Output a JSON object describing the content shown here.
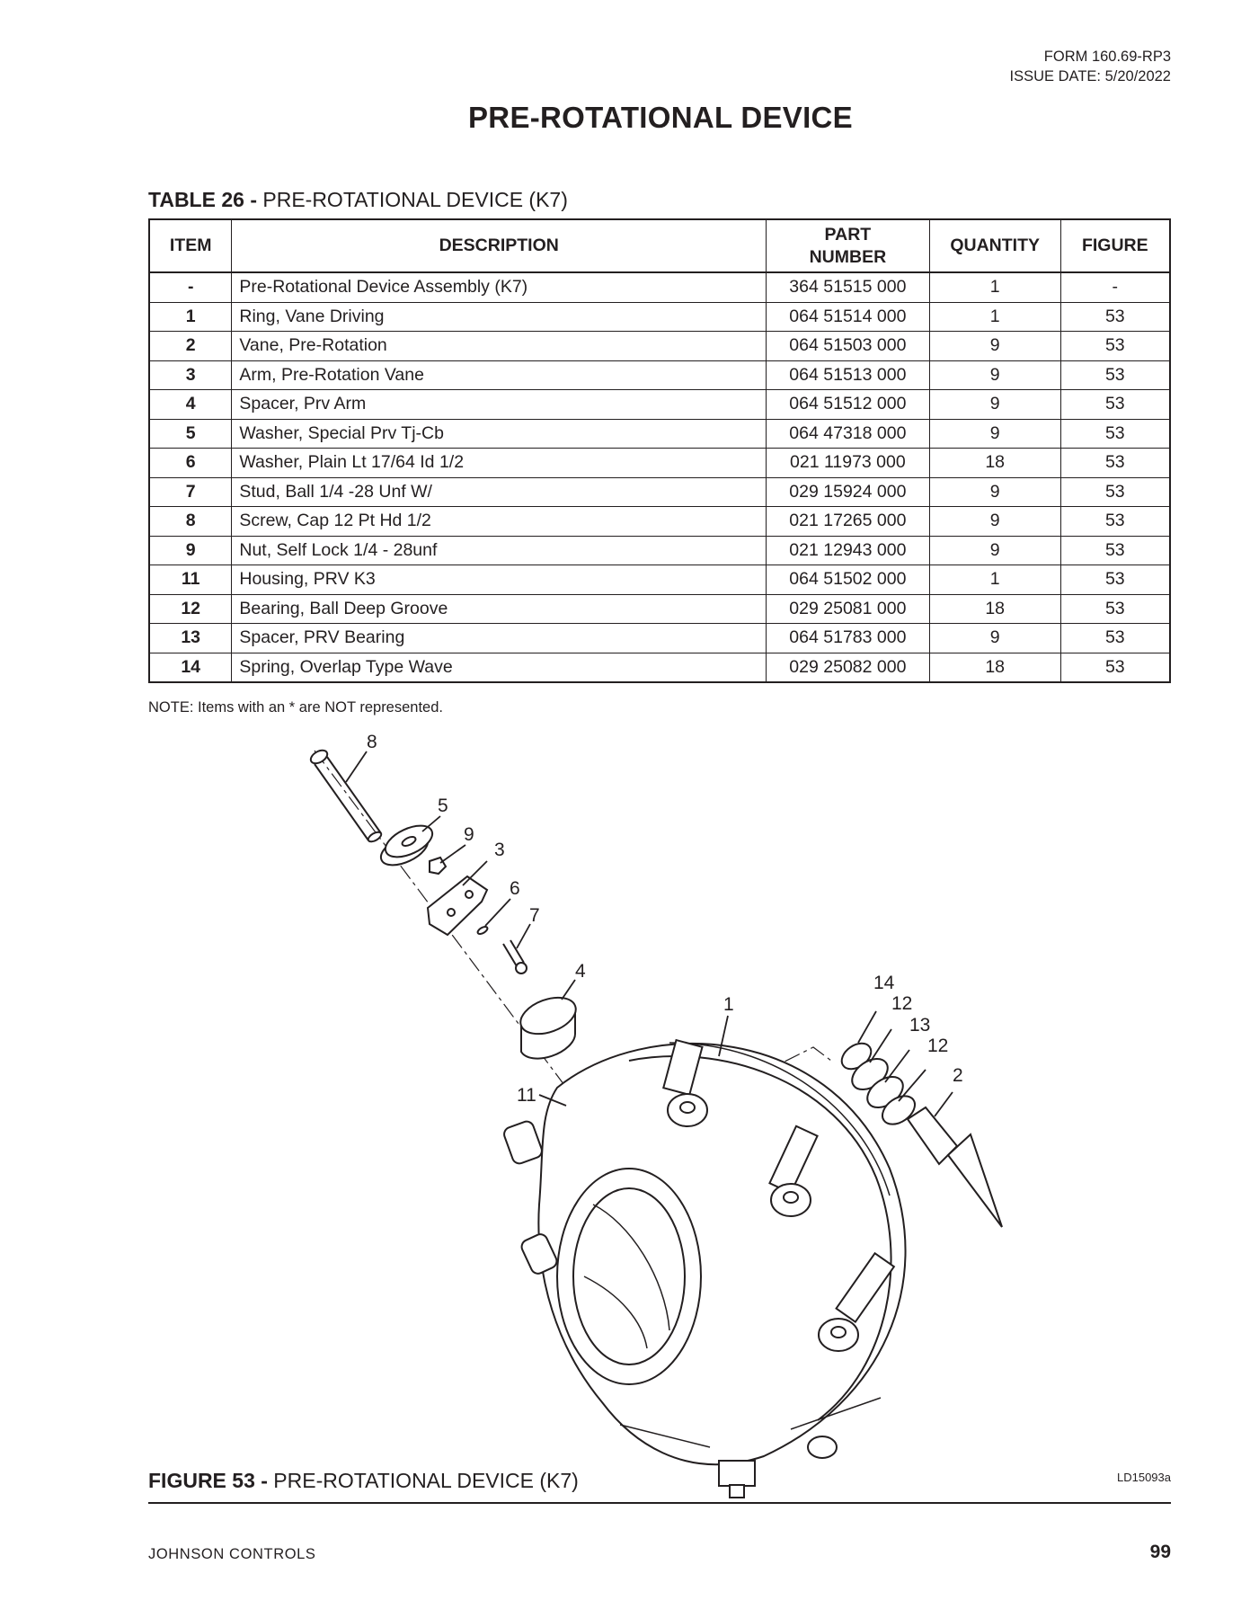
{
  "header": {
    "form_number": "FORM 160.69-RP3",
    "issue_date": "ISSUE DATE: 5/20/2022"
  },
  "page_title": "PRE-ROTATIONAL DEVICE",
  "table": {
    "caption_bold": "TABLE 26 -",
    "caption_text": " PRE-ROTATIONAL DEVICE (K7)",
    "columns": {
      "item": "ITEM",
      "description": "DESCRIPTION",
      "part_number_line1": "PART",
      "part_number_line2": "NUMBER",
      "quantity": "QUANTITY",
      "figure": "FIGURE"
    },
    "rows": [
      {
        "item": "-",
        "description": "Pre-Rotational Device Assembly (K7)",
        "part_number": "364 51515 000",
        "quantity": "1",
        "figure": "-"
      },
      {
        "item": "1",
        "description": "Ring, Vane Driving",
        "part_number": "064 51514 000",
        "quantity": "1",
        "figure": "53"
      },
      {
        "item": "2",
        "description": "Vane, Pre-Rotation",
        "part_number": "064 51503 000",
        "quantity": "9",
        "figure": "53"
      },
      {
        "item": "3",
        "description": "Arm, Pre-Rotation Vane",
        "part_number": "064 51513 000",
        "quantity": "9",
        "figure": "53"
      },
      {
        "item": "4",
        "description": "Spacer, Prv Arm",
        "part_number": "064 51512 000",
        "quantity": "9",
        "figure": "53"
      },
      {
        "item": "5",
        "description": "Washer, Special Prv Tj-Cb",
        "part_number": "064 47318 000",
        "quantity": "9",
        "figure": "53"
      },
      {
        "item": "6",
        "description": "Washer, Plain Lt 17/64 Id 1/2",
        "part_number": "021 11973 000",
        "quantity": "18",
        "figure": "53"
      },
      {
        "item": "7",
        "description": "Stud, Ball 1/4 -28 Unf W/",
        "part_number": "029 15924 000",
        "quantity": "9",
        "figure": "53"
      },
      {
        "item": "8",
        "description": "Screw, Cap 12 Pt Hd 1/2",
        "part_number": "021 17265 000",
        "quantity": "9",
        "figure": "53"
      },
      {
        "item": "9",
        "description": "Nut, Self Lock 1/4 - 28unf",
        "part_number": "021 12943 000",
        "quantity": "9",
        "figure": "53"
      },
      {
        "item": "11",
        "description": "Housing, PRV K3",
        "part_number": "064 51502 000",
        "quantity": "1",
        "figure": "53"
      },
      {
        "item": "12",
        "description": "Bearing, Ball Deep Groove",
        "part_number": "029 25081 000",
        "quantity": "18",
        "figure": "53"
      },
      {
        "item": "13",
        "description": "Spacer, PRV Bearing",
        "part_number": "064 51783 000",
        "quantity": "9",
        "figure": "53"
      },
      {
        "item": "14",
        "description": "Spring, Overlap Type Wave",
        "part_number": "029 25082 000",
        "quantity": "18",
        "figure": "53"
      }
    ]
  },
  "note": "NOTE: Items with an * are NOT represented.",
  "figure": {
    "callouts": [
      "8",
      "5",
      "9",
      "3",
      "6",
      "7",
      "4",
      "1",
      "11",
      "14",
      "12",
      "13",
      "12",
      "2"
    ],
    "caption_bold": "FIGURE 53 -",
    "caption_text": " PRE-ROTATIONAL DEVICE (K7)",
    "drawing_code": "LD15093a"
  },
  "footer": {
    "company": "JOHNSON CONTROLS",
    "page_number": "99"
  }
}
